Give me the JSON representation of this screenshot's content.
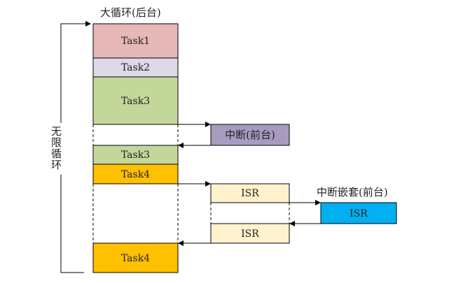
{
  "title_background": "大循环(后台)",
  "title_nested": "中断嵌套(前台)",
  "loop_label": "无限循环",
  "colors": {
    "task1": "#e6b8b7",
    "task2": "#ddd9e8",
    "task3": "#c4d79b",
    "task4": "#ffc000",
    "interrupt": "#a89bc0",
    "isr": "#fff2cc",
    "nested_isr": "#00b0f0"
  },
  "blocks": {
    "task1": "Task1",
    "task2": "Task2",
    "task3a": "Task3",
    "interrupt": "中断(前台)",
    "task3b": "Task3",
    "task4a": "Task4",
    "isr1": "ISR",
    "nested_isr": "ISR",
    "isr2": "ISR",
    "task4b": "Task4"
  }
}
